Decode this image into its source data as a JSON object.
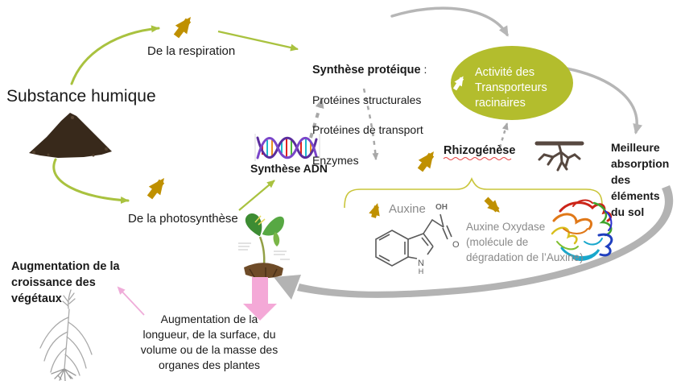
{
  "nodes": {
    "substance_humique": "Substance humique",
    "respiration": "De la respiration",
    "photosynthese": "De la photosynthèse",
    "synthese_proteique": {
      "title": "Synthèse protéique",
      "colon": " :",
      "items": [
        "Protéines structurales",
        "Protéines de transport",
        "Enzymes"
      ]
    },
    "synthese_adn": "Synthèse ADN",
    "transporteurs": "Activité des\nTransporteurs\nracinaires",
    "rhizogenese": "Rhizogénèse",
    "meilleure_absorption": "Meilleure\nabsorption\ndes\néléments\ndu sol",
    "auxine": "Auxine",
    "auxine_oxydase": "Auxine Oxydase\n(molécule de\ndégradation de l’Auxine)",
    "augmentation_croissance": "Augmentation de la\ncroissance des\nvégétaux",
    "augmentation_organes": "Augmentation de la\nlongueur, de la surface, du\nvolume ou de la masse des\norganes des plantes",
    "chem_labels": {
      "oh": "OH",
      "o": "O",
      "n": "N",
      "h": "H"
    }
  },
  "colors": {
    "olive_ellipse": "#b3bd2d",
    "chartreuse_arrow": "#a9c23f",
    "gold_arrow": "#bf9000",
    "gray_arrow": "#b3b3b3",
    "dashed_gray": "#a8a8a8",
    "pink_arrow": "#f4a9d7",
    "bracket_yellow": "#c9c53a",
    "wavy_underline_red": "#e84040",
    "auxin_text_gray": "#8a8a8a",
    "root_icon_brown": "#574840",
    "soil_brown": "#38291b"
  }
}
